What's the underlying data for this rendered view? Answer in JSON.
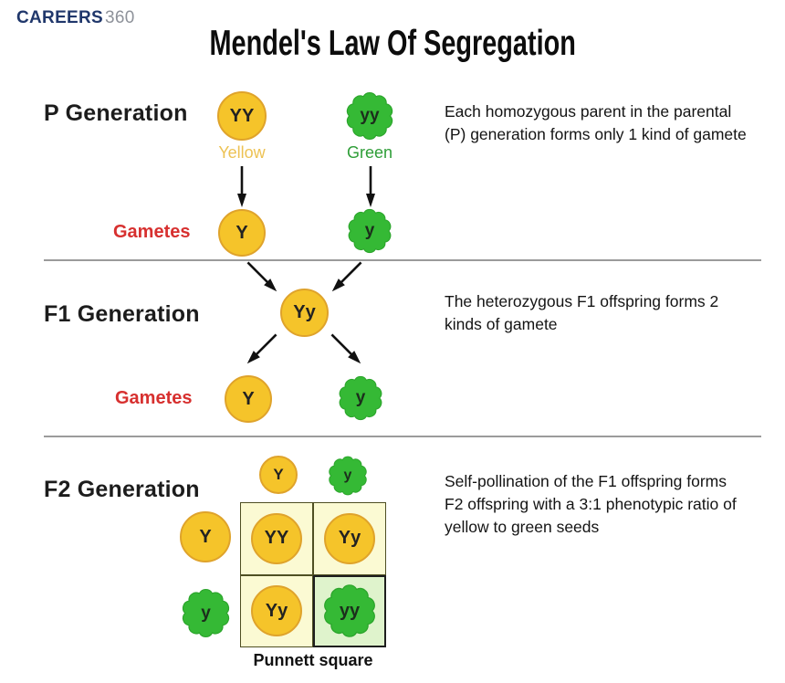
{
  "brand": {
    "name_primary": "CAREERS",
    "name_suffix": "360"
  },
  "title": "Mendel's Law Of Segregation",
  "colors": {
    "seed_yellow": "#F5C42A",
    "seed_yellow_border": "#DFA32B",
    "seed_green": "#35B935",
    "label_red": "#D7302F",
    "punnett_yellow_bg": "#FBFAD3",
    "punnett_green_bg": "#DFF3CC",
    "brand_navy": "#20376B",
    "brand_gray": "#8E929A"
  },
  "sections": {
    "p": {
      "label": "P Generation",
      "parent_yellow": {
        "genotype": "YY",
        "phenotype_label": "Yellow"
      },
      "parent_green": {
        "genotype": "yy",
        "phenotype_label": "Green"
      },
      "gametes_label": "Gametes",
      "gamete_yellow": "Y",
      "gamete_green": "y",
      "note": "Each homozygous parent in the parental (P) generation forms only 1 kind of gamete"
    },
    "f1": {
      "label": "F1 Generation",
      "offspring_genotype": "Yy",
      "gametes_label": "Gametes",
      "gamete_yellow": "Y",
      "gamete_green": "y",
      "note": "The heterozygous F1 offspring forms 2 kinds of gamete"
    },
    "f2": {
      "label": "F2 Generation",
      "note": "Self-pollination of the F1 offspring forms F2 offspring with a 3:1 phenotypic ratio of yellow to green seeds",
      "punnett": {
        "caption": "Punnett square",
        "top_gametes": [
          "Y",
          "y"
        ],
        "left_gametes": [
          "Y",
          "y"
        ],
        "cells": [
          [
            "YY",
            "Yy"
          ],
          [
            "Yy",
            "yy"
          ]
        ]
      }
    }
  }
}
